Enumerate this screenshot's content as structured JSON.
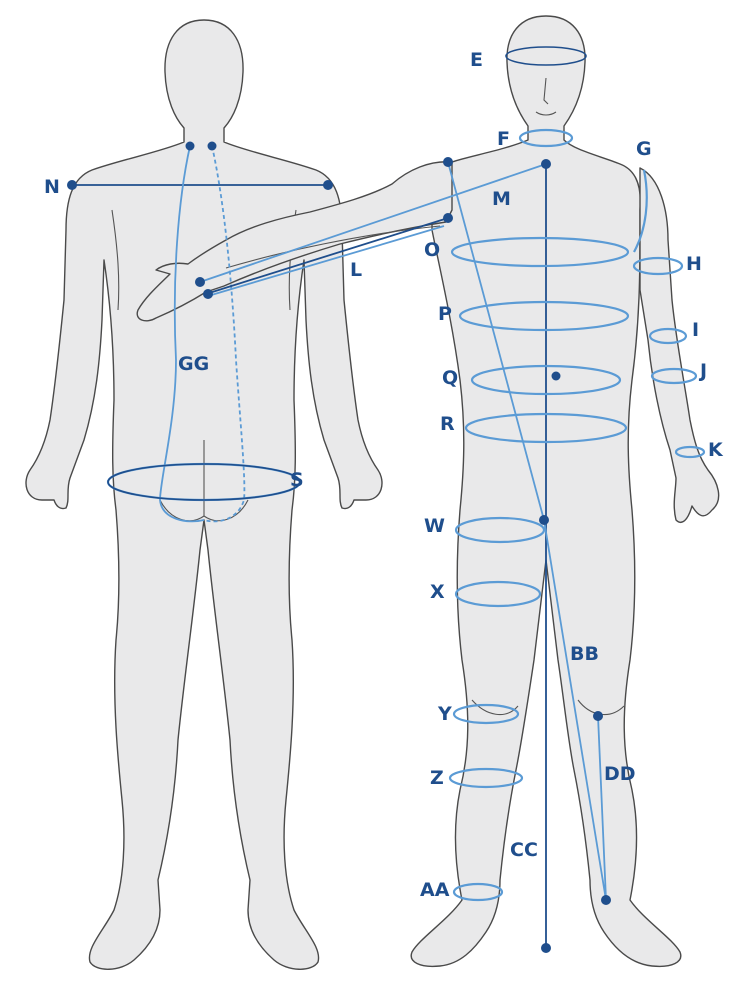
{
  "labels": {
    "E": "E",
    "F": "F",
    "G": "G",
    "H": "H",
    "I": "I",
    "J": "J",
    "K": "K",
    "L": "L",
    "M": "M",
    "N": "N",
    "O": "O",
    "P": "P",
    "Q": "Q",
    "R": "R",
    "S": "S",
    "W": "W",
    "X": "X",
    "Y": "Y",
    "Z": "Z",
    "AA": "AA",
    "BB": "BB",
    "CC": "CC",
    "DD": "DD",
    "GG": "GG"
  },
  "colors": {
    "accent_light": "#5b9bd5",
    "accent_dark": "#1f4e8c",
    "figure_fill": "#e9e9ea",
    "outline": "#4a4a4a"
  }
}
